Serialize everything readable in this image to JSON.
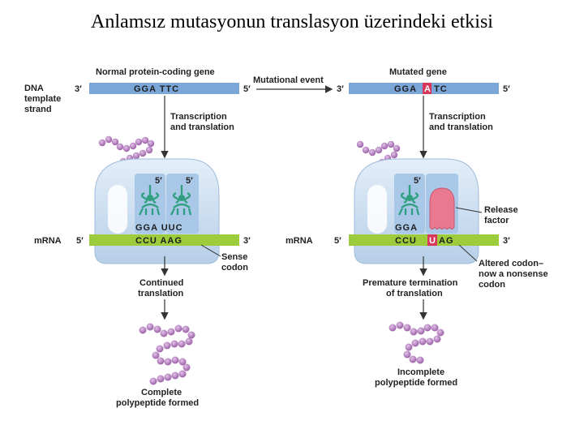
{
  "title": "Anlamsız mutasyonun translasyon üzerindeki etkisi",
  "left": {
    "gene_heading": "Normal protein-coding gene",
    "dna_label": [
      "DNA",
      "template",
      "strand"
    ],
    "dna_3": "3′",
    "dna_5": "5′",
    "dna_seq": "GGA TTC",
    "process_label": [
      "Transcription",
      "and translation"
    ],
    "trna_5_a": "5′",
    "trna_5_b": "5′",
    "anticodon": "GGA UUC",
    "mrna_label": "mRNA",
    "mrna_5": "5′",
    "mrna_3": "3′",
    "codon": "CCU AAG",
    "sense_label": [
      "Sense",
      "codon"
    ],
    "result_label": [
      "Continued",
      "translation"
    ],
    "polypeptide_label": [
      "Complete",
      "polypeptide formed"
    ]
  },
  "middle": {
    "event_label": "Mutational event"
  },
  "right": {
    "gene_heading": "Mutated gene",
    "dna_3": "3′",
    "dna_5": "5′",
    "dna_seq_pre": "GGA",
    "dna_mut": "A",
    "dna_seq_post": "TC",
    "process_label": [
      "Transcription",
      "and translation"
    ],
    "trna_5": "5′",
    "anticodon": "GGA",
    "release_label": [
      "Release",
      "factor"
    ],
    "mrna_label": "mRNA",
    "mrna_5": "5′",
    "mrna_3": "3′",
    "codon_pre": "CCU",
    "codon_mut": "U",
    "codon_post": "AG",
    "altered_label": [
      "Altered codon–",
      "now a nonsense",
      "codon"
    ],
    "result_label": [
      "Premature termination",
      "of translation"
    ],
    "polypeptide_label": [
      "Incomplete",
      "polypeptide formed"
    ]
  },
  "colors": {
    "dna_bar": "#7aa7d8",
    "ribosome": "#c9dcef",
    "mrna_bar": "#9ccb3b",
    "trna": "#3aaa8a",
    "bead": "#b57dc0",
    "release_factor": "#e8798f",
    "mutation": "#d8365a"
  }
}
